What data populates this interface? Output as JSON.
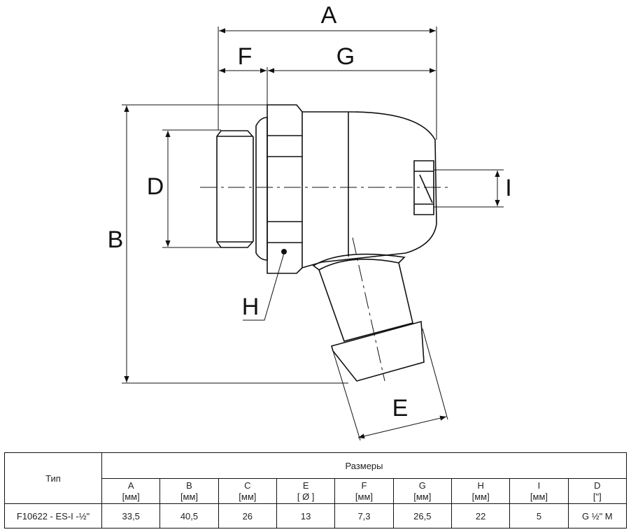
{
  "drawing": {
    "dimension_labels": {
      "A": "A",
      "F": "F",
      "G": "G",
      "D": "D",
      "I": "I",
      "B": "B",
      "H": "H",
      "E": "E"
    }
  },
  "table": {
    "type_header": "Тип",
    "group_header": "Размеры",
    "columns": [
      {
        "name": "A",
        "unit": "[мм]"
      },
      {
        "name": "B",
        "unit": "[мм]"
      },
      {
        "name": "C",
        "unit": "[мм]"
      },
      {
        "name": "E",
        "unit": "[ Ø ]"
      },
      {
        "name": "F",
        "unit": "[мм]"
      },
      {
        "name": "G",
        "unit": "[мм]"
      },
      {
        "name": "H",
        "unit": "[мм]"
      },
      {
        "name": "I",
        "unit": "[мм]"
      },
      {
        "name": "D",
        "unit": "[\"]"
      }
    ],
    "rows": [
      {
        "type": "F10622  - ES-I -½\"",
        "values": [
          "33,5",
          "40,5",
          "26",
          "13",
          "7,3",
          "26,5",
          "22",
          "5",
          "G ½\" M"
        ]
      }
    ]
  }
}
